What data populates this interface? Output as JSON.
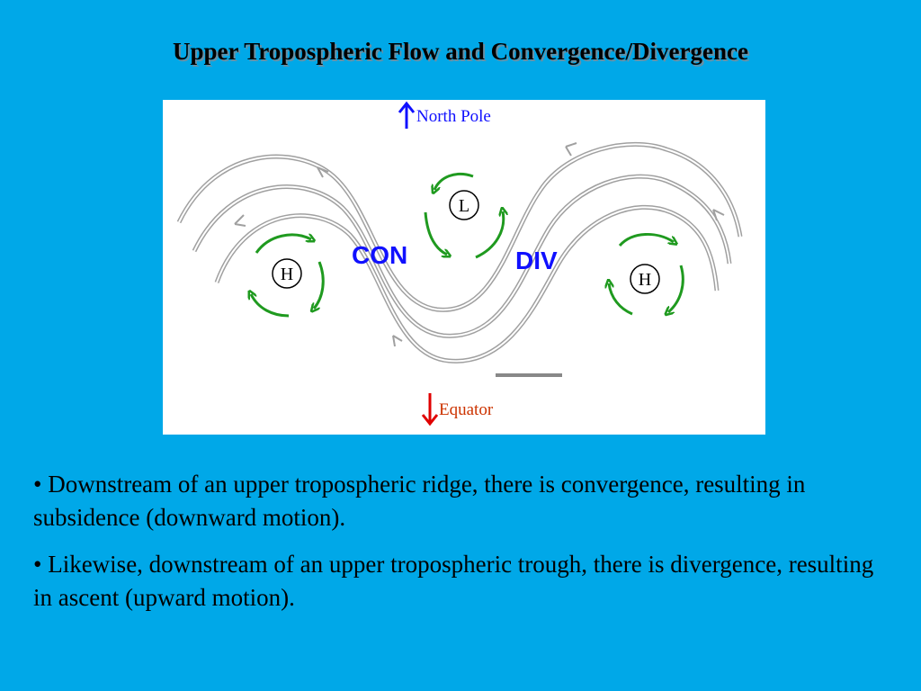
{
  "slide": {
    "title": "Upper Tropospheric Flow and Convergence/Divergence"
  },
  "diagram": {
    "north_label": "North Pole",
    "equator_label": "Equator",
    "con_label": "CON",
    "div_label": "DIV",
    "high_left_label": "H",
    "low_label": "L",
    "high_right_label": "H"
  },
  "colors": {
    "background": "#00a8e8",
    "flow_lines": "#a0a0a0",
    "circulation_arrows": "#1f9a1f",
    "labels_blue": "#1010ff",
    "equator_arrow": "#e00000"
  },
  "bullets": [
    "• Downstream of an upper tropospheric ridge, there is convergence, resulting in subsidence (downward motion).",
    "• Likewise, downstream of an upper tropospheric trough, there is divergence, resulting in ascent (upward motion)."
  ]
}
